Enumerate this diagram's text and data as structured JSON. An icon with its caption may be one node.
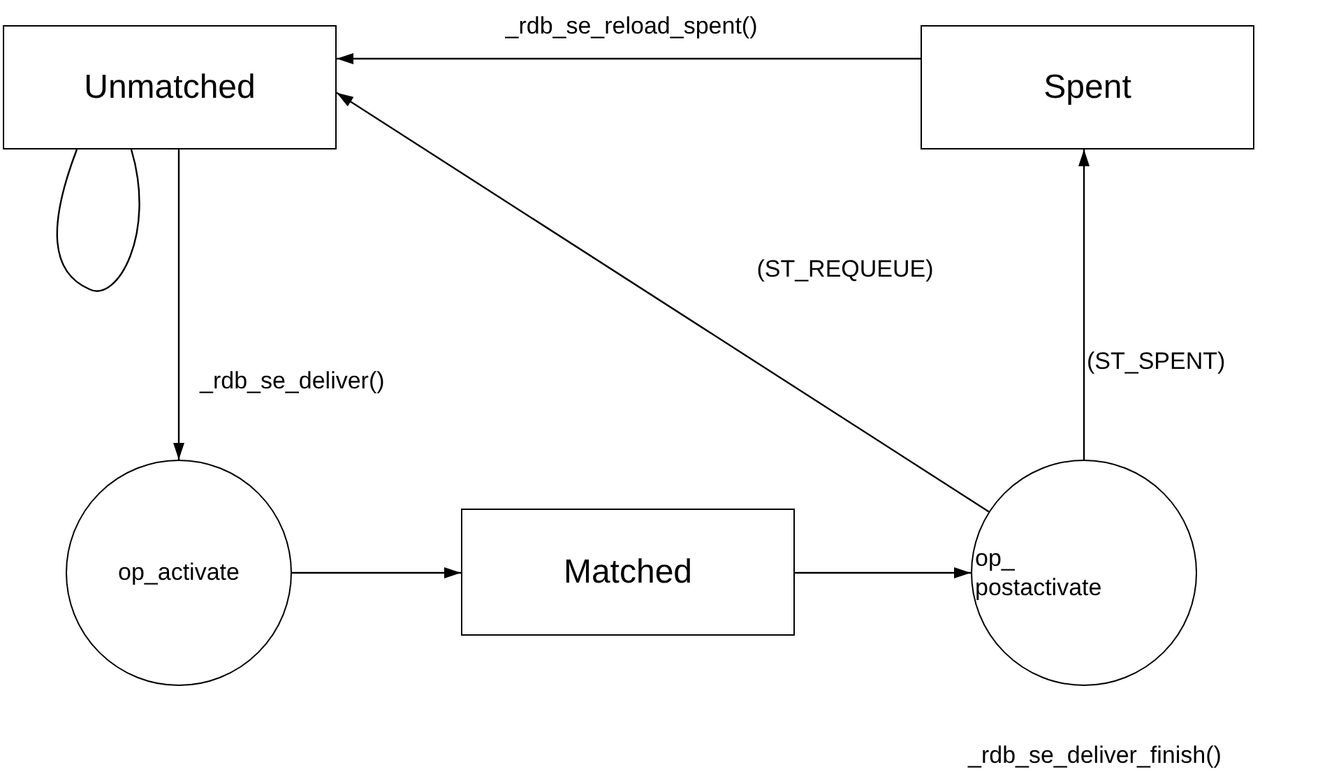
{
  "diagram": {
    "nodes": [
      {
        "text": [
          "Unmatched"
        ]
      },
      {
        "text": [
          "Spent"
        ]
      },
      {
        "text": [
          "op_activate"
        ]
      },
      {
        "text": [
          "Matched"
        ]
      },
      {
        "text": [
          "op_ postactivate"
        ],
        "beside": [
          "_rdb_se_deliver_finish()"
        ]
      }
    ],
    "edges": [
      {
        "from": 1,
        "to": 0,
        "arrow": "to",
        "label": "_rdb_se_reload_spent()"
      },
      {
        "from": 0,
        "to": 0,
        "arrow": "none"
      },
      {
        "from": 0,
        "to": 2,
        "arrow": "to",
        "label": "_rdb_se_deliver()"
      },
      {
        "from": 2,
        "to": 3,
        "arrow": "to"
      },
      {
        "from": 3,
        "to": 4,
        "arrow": "to"
      },
      {
        "from": 4,
        "to": 0,
        "arrow": "to",
        "label": "(ST_REQUEUE)"
      },
      {
        "from": 4,
        "to": 1,
        "arrow": "to",
        "label": "(ST_SPENT)"
      }
    ]
  }
}
